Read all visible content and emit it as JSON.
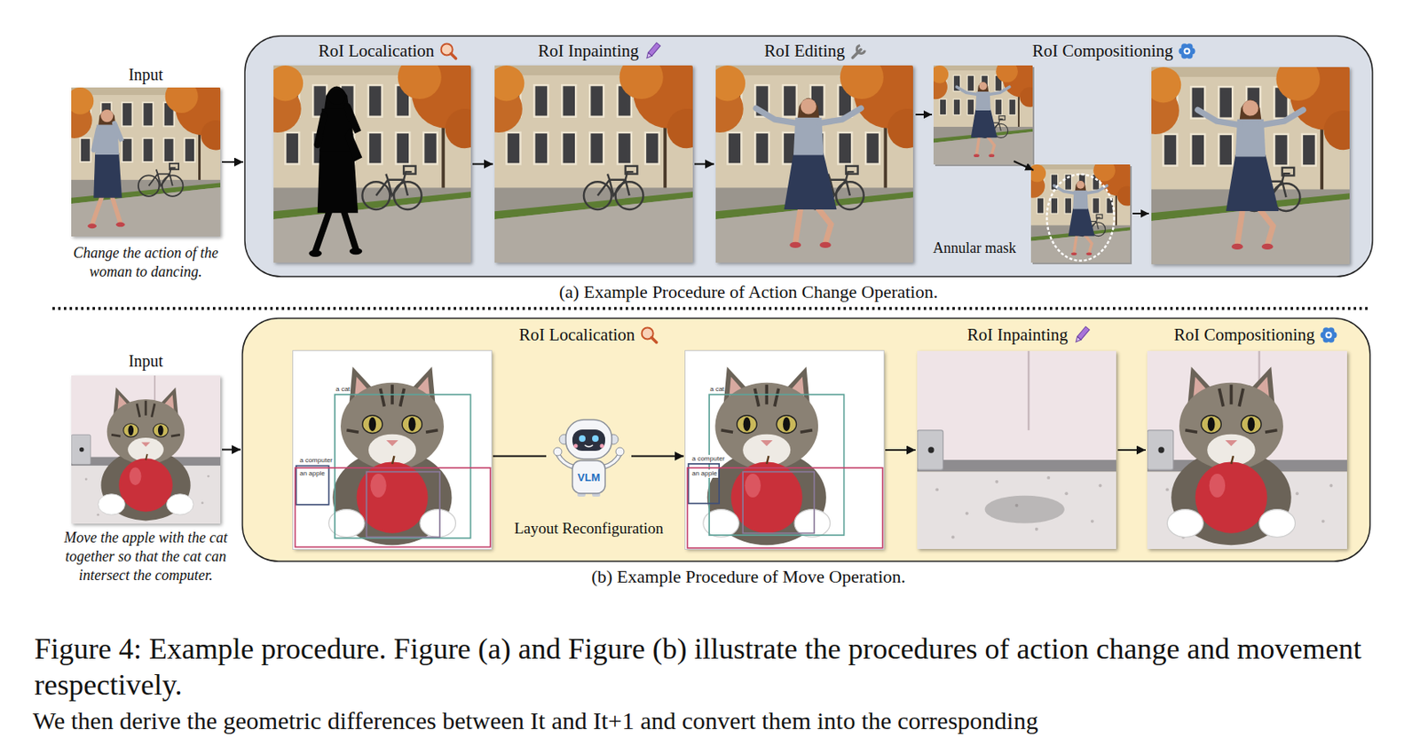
{
  "diagram": {
    "caption": "Figure 4: Example procedure. Figure (a) and Figure (b) illustrate the procedures of action change and movement respectively.",
    "nodes": [
      {
        "text": [
          "Input",
          "Change the action of the woman to dancing."
        ]
      },
      {
        "text": [
          "(a) Example Procedure of Action Change Operation."
        ]
      },
      {
        "text": [
          "RoI Localication"
        ],
        "in": 1
      },
      {
        "text": [
          "RoI Inpainting"
        ],
        "in": 1
      },
      {
        "text": [
          "RoI Editing"
        ],
        "in": 1
      },
      {
        "text": [
          "RoI Compositioning"
        ],
        "in": 1
      },
      {
        "text": [
          "Input",
          "Move the apple with the cat together so that the cat can intersect the computer."
        ]
      },
      {
        "text": [
          "(b) Example Procedure of Move Operation."
        ]
      },
      {
        "text": [
          "a cat",
          "a computer",
          "an apple"
        ],
        "in": 7
      },
      {
        "text": [
          "RoI Localication",
          "VLM",
          "Layout Reconfiguration"
        ],
        "in": 7
      },
      {
        "text": [
          "a cat",
          "a computer",
          "an apple"
        ],
        "in": 7
      },
      {
        "text": [
          "RoI Inpainting"
        ],
        "in": 7
      },
      {
        "text": [
          "RoI Compositioning"
        ],
        "in": 7
      }
    ],
    "edges": [
      {
        "from": 0,
        "to": 1,
        "arrow": "to"
      },
      {
        "from": 2,
        "to": 3,
        "arrow": "to"
      },
      {
        "from": 3,
        "to": 4,
        "arrow": "to"
      },
      {
        "from": 6,
        "to": 7,
        "arrow": "to"
      },
      {
        "from": 8,
        "to": 9,
        "arrow": "none"
      },
      {
        "from": 9,
        "to": 10,
        "arrow": "to"
      },
      {
        "from": 10,
        "to": 11,
        "arrow": "to"
      },
      {
        "from": 11,
        "to": 12,
        "arrow": "to"
      }
    ],
    "labels": [
      "Annular mask",
      "We then derive the geometric differences between It and It+1 and convert them into the corresponding"
    ]
  }
}
